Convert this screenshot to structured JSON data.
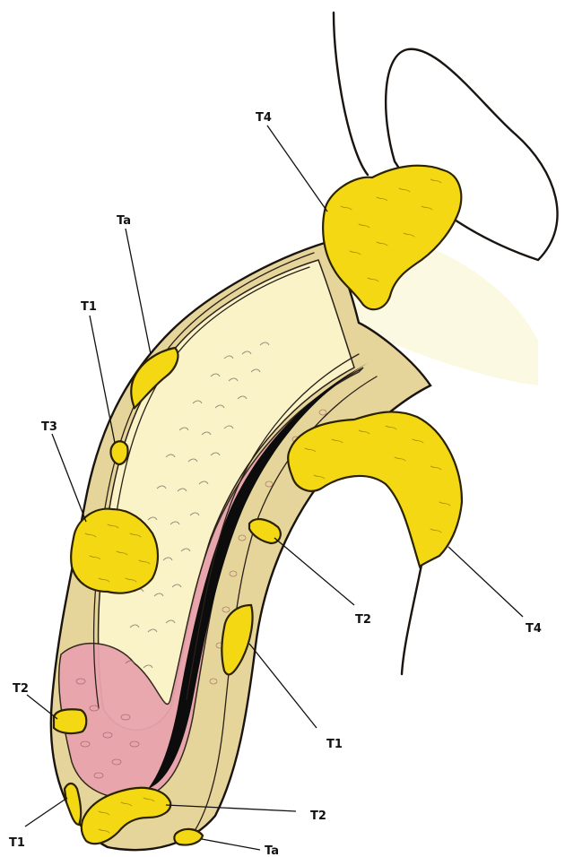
{
  "labels": {
    "t4_top": "T4",
    "ta_top": "Ta",
    "t1_upper": "T1",
    "t3": "T3",
    "t2_mid": "T2",
    "t4_right": "T4",
    "t2_left": "T2",
    "t1_right": "T1",
    "t2_bottom": "T2",
    "t1_bottom": "T1",
    "ta_bottom": "Ta"
  },
  "colors": {
    "tumor": "#f3d813",
    "mucosa_pink": "#e9a3ad",
    "bone_cream": "#fbf3c8",
    "wall_tan": "#d9c68a",
    "lumen_black": "#0c0c0c"
  }
}
